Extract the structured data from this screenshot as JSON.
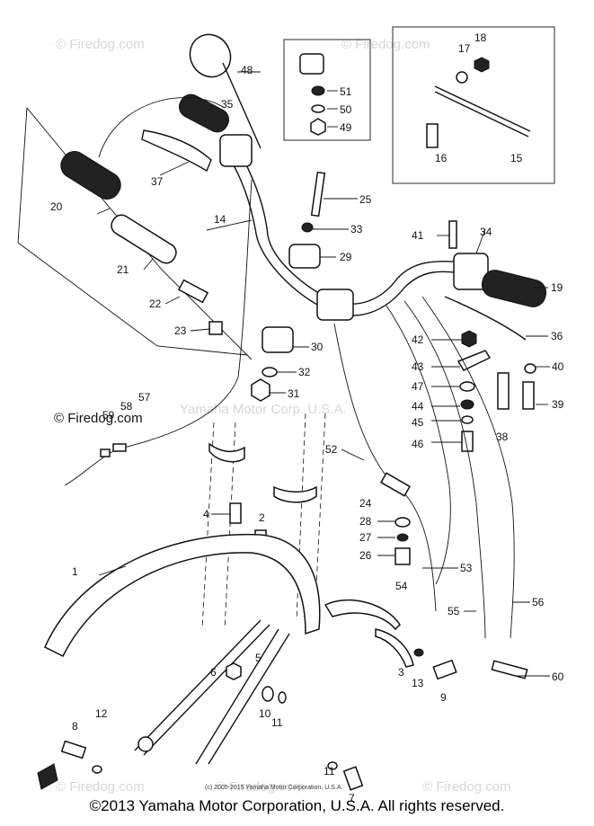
{
  "watermarks": {
    "top_left": "© Firedog.com",
    "top_center": "© Firedog.com",
    "mid_left": "© Firedog.com",
    "mid_center": "Yamaha Motor Corp. U.S.A.",
    "bottom_left": "© Firedog.com",
    "bottom_center": "© Firedog.com",
    "bottom_right": "© Firedog.com"
  },
  "small_copyright": "(c) 2005-2015 Yamaha Motor Corporation, U.S.A.",
  "footer": "©2013 Yamaha Motor Corporation, U.S.A. All rights reserved.",
  "callouts": [
    "1",
    "2",
    "3",
    "4",
    "5",
    "6",
    "7",
    "8",
    "9",
    "10",
    "11",
    "11",
    "12",
    "13",
    "14",
    "15",
    "16",
    "17",
    "18",
    "19",
    "20",
    "21",
    "22",
    "23",
    "24",
    "25",
    "26",
    "27",
    "28",
    "29",
    "30",
    "31",
    "32",
    "33",
    "34",
    "35",
    "36",
    "37",
    "38",
    "39",
    "40",
    "41",
    "42",
    "43",
    "44",
    "45",
    "46",
    "47",
    "48",
    "49",
    "50",
    "51",
    "52",
    "53",
    "54",
    "55",
    "56",
    "57",
    "58",
    "59",
    "60"
  ]
}
